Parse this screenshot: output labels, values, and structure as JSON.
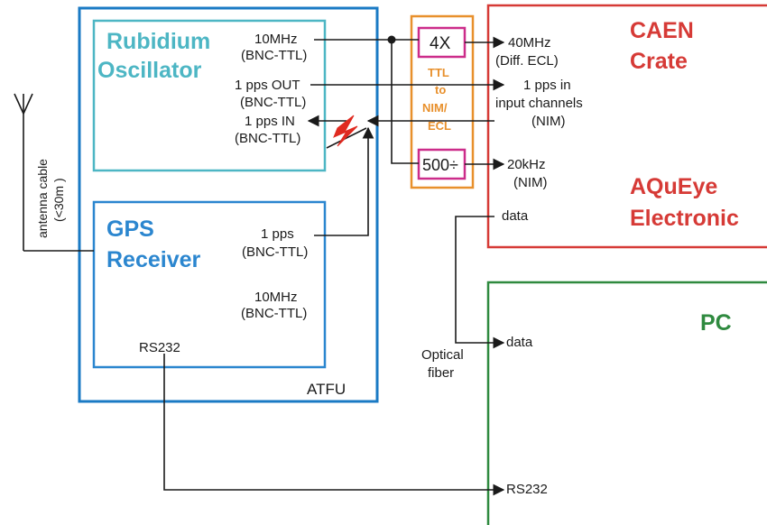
{
  "colors": {
    "atfu_border": "#1a7ac4",
    "rubidium": "#4db6c4",
    "gps": "#2b86cf",
    "caen": "#d63a36",
    "pc": "#2f8a3f",
    "converter": "#e8902c",
    "divider_box": "#cc2c8a",
    "line": "#1a1a1a"
  },
  "atfu": {
    "label": "ATFU"
  },
  "rubidium": {
    "title_line1": "Rubidium",
    "title_line2": "Oscillator",
    "out_10mhz": "10MHz",
    "out_10mhz_type": "(BNC-TTL)",
    "out_1pps": "1 pps OUT",
    "out_1pps_type": "(BNC-TTL)",
    "in_1pps": "1 pps IN",
    "in_1pps_type": "(BNC-TTL)"
  },
  "gps": {
    "title_line1": "GPS",
    "title_line2": "Receiver",
    "out_1pps": "1 pps",
    "out_1pps_type": "(BNC-TTL)",
    "out_10mhz": "10MHz",
    "out_10mhz_type": "(BNC-TTL)",
    "rs232": "RS232"
  },
  "antenna": {
    "line1": "antenna cable",
    "line2": "(<30m )"
  },
  "converter": {
    "multiplier": "4X",
    "line1": "TTL",
    "line2": "to",
    "line3": "NIM/",
    "line4": "ECL",
    "divider": "500÷"
  },
  "caen": {
    "title_line1": "CAEN",
    "title_line2": "Crate",
    "title_line3": "AQuEye",
    "title_line4": "Electronic",
    "in_40mhz": "40MHz",
    "in_40mhz_type": "(Diff. ECL)",
    "in_1pps_l1": "1 pps in",
    "in_1pps_l2": "input channels",
    "in_1pps_l3": "(NIM)",
    "in_20khz": "20kHz",
    "in_20khz_type": "(NIM)",
    "data": "data"
  },
  "pc": {
    "title": "PC",
    "data": "data",
    "rs232": "RS232"
  },
  "fiber": {
    "line1": "Optical",
    "line2": "fiber"
  }
}
